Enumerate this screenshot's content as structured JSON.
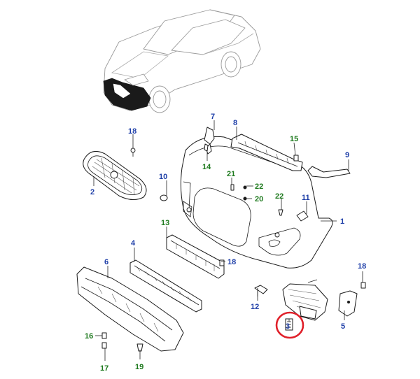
{
  "colors": {
    "label_blue": "#1f3fa8",
    "label_green": "#1e7a1e",
    "highlight_circle": "#e0202a"
  },
  "labels": {
    "l1": "1",
    "l2": "2",
    "l3": "3",
    "l4": "4",
    "l5": "5",
    "l6": "6",
    "l7": "7",
    "l8": "8",
    "l9": "9",
    "l10": "10",
    "l11": "11",
    "l12": "12",
    "l13": "13",
    "l14": "14",
    "l15": "15",
    "l16": "16",
    "l17": "17",
    "l18a": "18",
    "l18b": "18",
    "l18c": "18",
    "l19": "19",
    "l20": "20",
    "l21": "21",
    "l22a": "22",
    "l22b": "22"
  }
}
